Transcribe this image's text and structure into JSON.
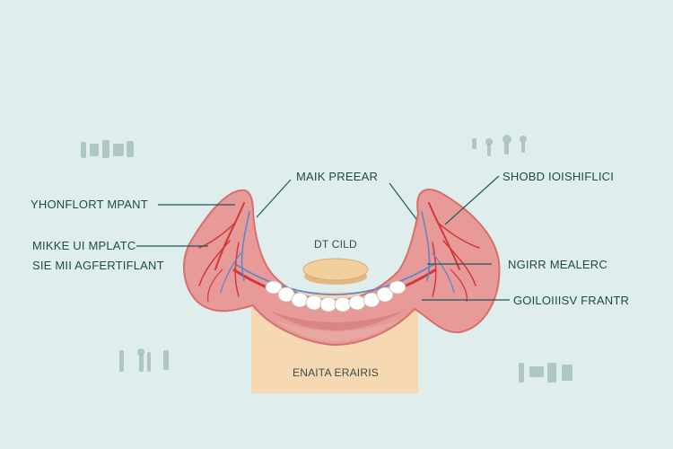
{
  "diagram": {
    "labels": {
      "left_top": "YHONFLORT MPANT",
      "left_mid_line1": "MIKKE UI MPLATC",
      "left_mid_line2": "SIE MII AGFERTIFLANT",
      "top_center": "MAIK PREEAR",
      "center_small": "DT CILD",
      "right_top": "SHOBD IOISHIFLICI",
      "right_mid": "NGIRR MEALERC",
      "right_low": "GOILOIIISV FRANTR",
      "base": "ENAITA ERAIRIS"
    },
    "colors": {
      "background": "#dfeeed",
      "gum": "#e79a97",
      "gum_dark": "#d6706f",
      "bone": "#f6d9b3",
      "tooth": "#ffffff",
      "artery": "#d0383c",
      "nerve": "#5f86c9",
      "leader": "#1f5757"
    }
  }
}
